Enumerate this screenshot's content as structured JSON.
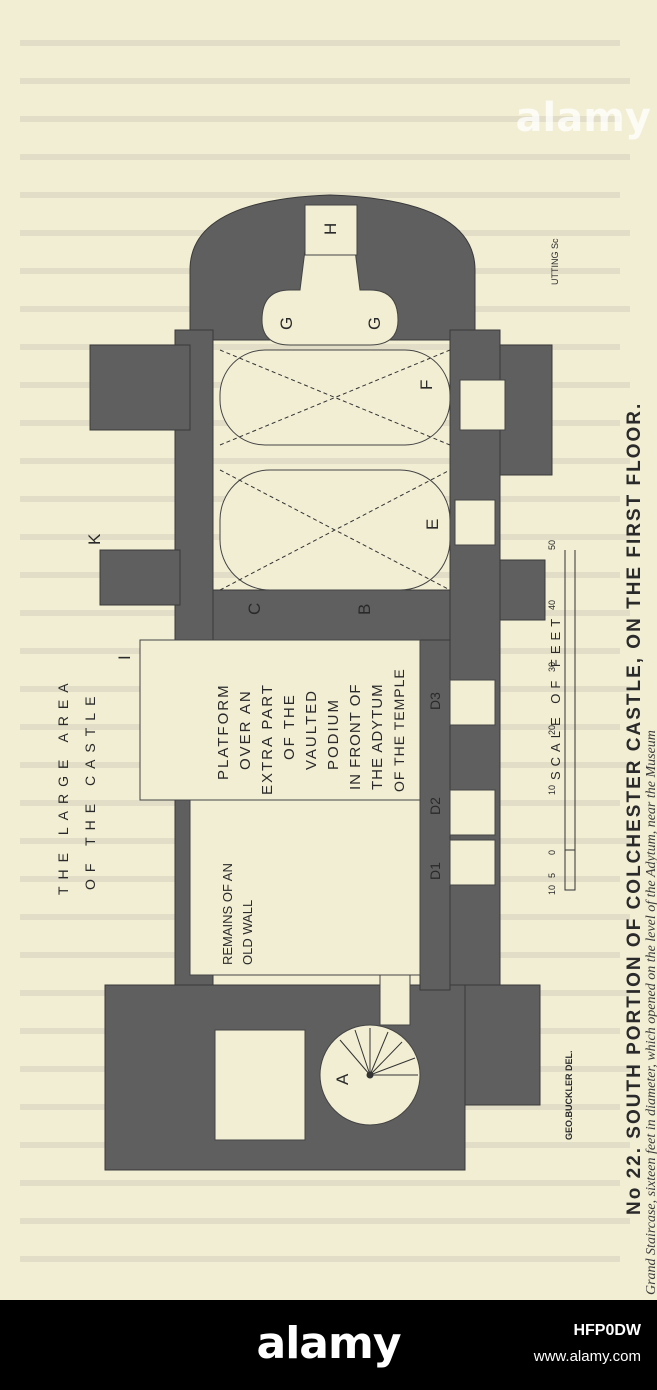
{
  "figure": {
    "caption": "No 22.   SOUTH PORTION OF COLCHESTER CASTLE, ON THE FIRST FLOOR.",
    "scale_label": "SCALE OF FEET",
    "scale_ticks": [
      "10",
      "5",
      "0",
      "10",
      "20",
      "30",
      "40",
      "50"
    ],
    "delineator": "GEO.BUCKLER DEL.",
    "engraver": "UTTING Sc",
    "area_label_1": "THE LARGE AREA",
    "area_label_2": "OF THE CASTLE",
    "platform_lines": [
      "PLATFORM",
      "OVER AN",
      "EXTRA PART",
      "OF THE",
      "VAULTED",
      "PODIUM",
      "IN FRONT OF",
      "THE ADYTUM",
      "OF THE TEMPLE"
    ],
    "old_wall_1": "REMAINS OF AN",
    "old_wall_2": "OLD WALL",
    "room_labels": {
      "A": "A",
      "B": "B",
      "C": "C",
      "D1": "D1",
      "D2": "D2",
      "D3": "D3",
      "E": "E",
      "F": "F",
      "G": "G",
      "H": "H",
      "I": "I",
      "K": "K"
    }
  },
  "bottom_text": "Grand Staircase, sixteen feet in diameter, which opened on the level of the Adytum, near the Museum",
  "watermark": {
    "logo": "alamy",
    "id": "HFP0DW",
    "url": "www.alamy.com"
  }
}
